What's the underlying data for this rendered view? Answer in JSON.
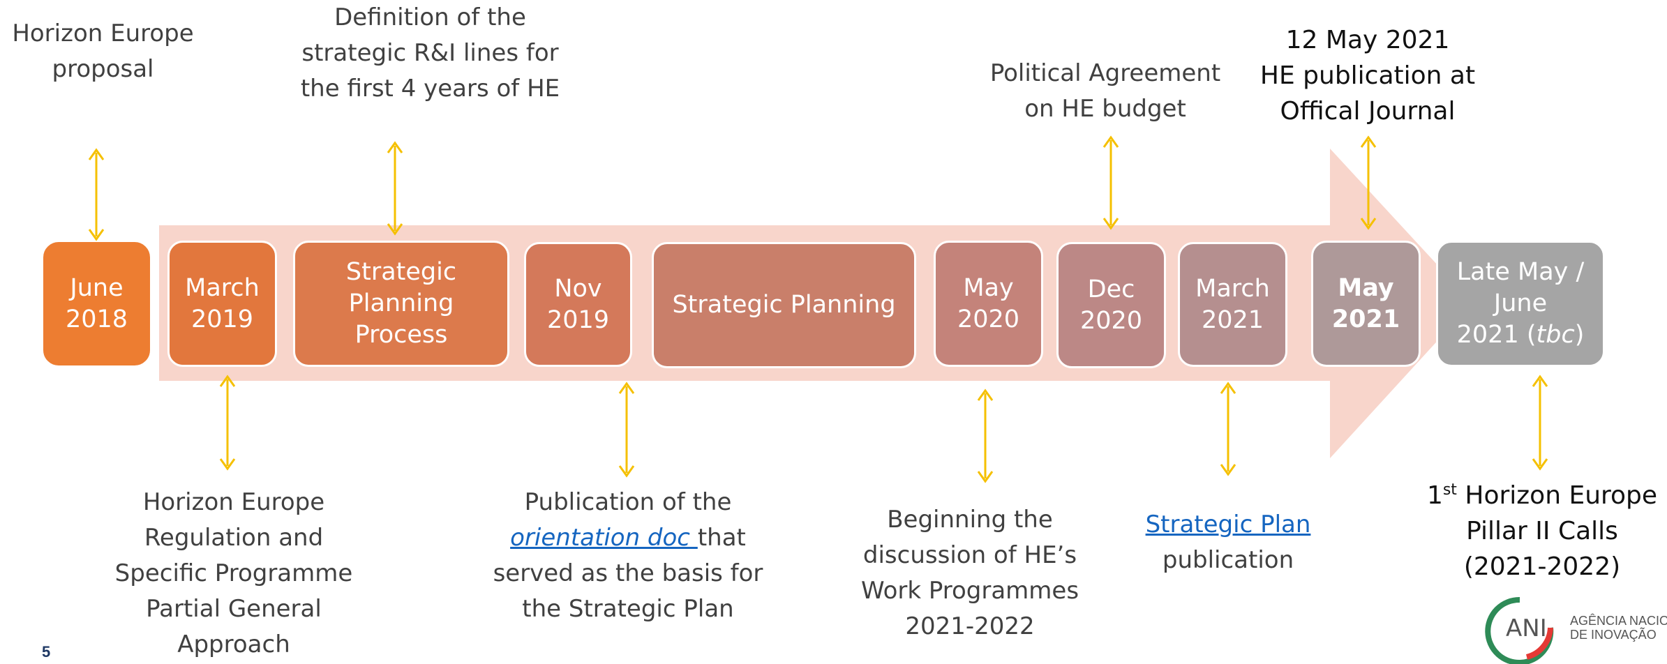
{
  "milestones": [
    {
      "lines": [
        "June",
        "2018"
      ],
      "color": "#ED7D31"
    },
    {
      "lines": [
        "March",
        "2019"
      ],
      "color": "#E2773D"
    },
    {
      "lines": [
        "Strategic",
        "Planning",
        "Process"
      ],
      "color": "#DC7A4C"
    },
    {
      "lines": [
        "Nov",
        "2019"
      ],
      "color": "#D4795A"
    },
    {
      "lines": [
        "Strategic Planning"
      ],
      "color": "#C97F6A"
    },
    {
      "lines": [
        "May",
        "2020"
      ],
      "color": "#C4837A"
    },
    {
      "lines": [
        "Dec",
        "2020"
      ],
      "color": "#BC8886"
    },
    {
      "lines": [
        "March",
        "2021"
      ],
      "color": "#B58F8F"
    },
    {
      "lines": [
        "May",
        "2021"
      ],
      "color": "#AE9999"
    },
    {
      "lines": [
        "Late May /",
        "June",
        "2021 (tbc)"
      ],
      "color": "#A5A5A5"
    }
  ],
  "top_annotations": [
    {
      "lines": [
        "Horizon Europe",
        "proposal"
      ]
    },
    {
      "lines": [
        "Definition of the",
        "strategic R&I lines for",
        "the first 4 years of HE"
      ]
    },
    {
      "lines": [
        "Political Agreement",
        "on HE budget"
      ]
    },
    {
      "lines": [
        "12 May 2021",
        "HE publication at",
        "Offical Journal"
      ]
    }
  ],
  "bottom_annotations": [
    {
      "lines": [
        "Horizon Europe",
        "Regulation and",
        "Specific Programme",
        "Partial General",
        "Approach"
      ]
    },
    {
      "line1": "Publication of the",
      "link": "orientation doc ",
      "line2_rest": "that",
      "line3": "served as the basis for",
      "line4": "the Strategic Plan"
    },
    {
      "lines": [
        "Beginning the",
        "discussion of  HE’s",
        "Work Programmes",
        "2021-2022"
      ]
    },
    {
      "link": "Strategic Plan",
      "line2": "publication"
    },
    {
      "sup": "st",
      "line1_num": "1",
      "line1_rest": " Horizon Europe",
      "line2": "Pillar II Calls",
      "line3": "(2021-2022)"
    }
  ],
  "footer": {
    "page_number": "5",
    "logo_text_1": "AGÊNCIA NACIONAL",
    "logo_text_2": "DE INOVAÇÃO",
    "logo_mark": "ANI"
  },
  "colors": {
    "arrow": "#F8D5CB",
    "connector": "#F5C000",
    "link": "#1565C0",
    "page_number": "#1F3864"
  }
}
